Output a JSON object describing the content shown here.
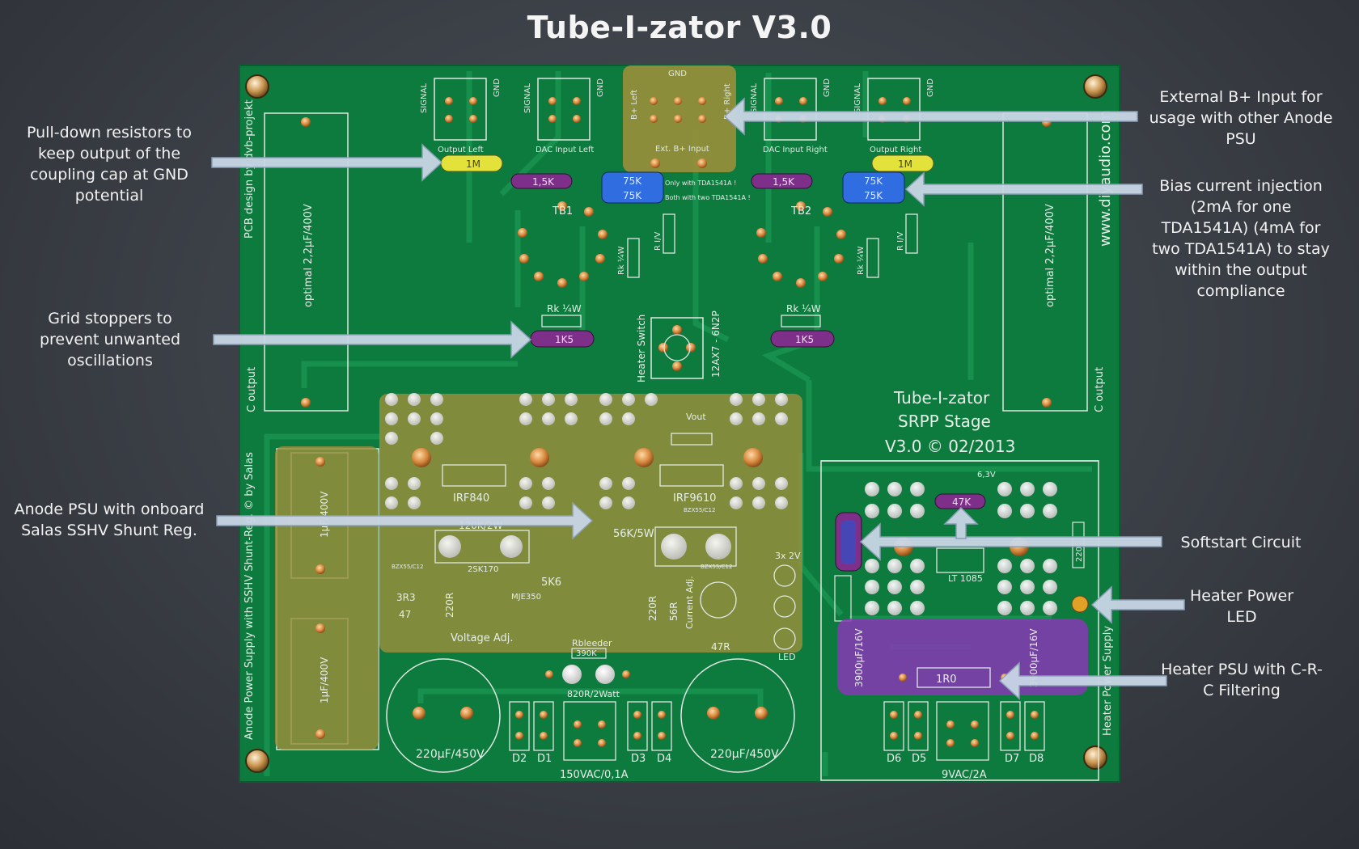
{
  "title": "Tube-I-zator V3.0",
  "annotations_left": [
    {
      "text": "Pull-down resistors to keep output of the coupling cap at GND potential"
    },
    {
      "text": "Grid stoppers to prevent unwanted oscillations"
    },
    {
      "text": "Anode PSU with onboard Salas SSHV Shunt Reg."
    }
  ],
  "annotations_right": [
    {
      "text": "External B+ Input for usage with other Anode PSU"
    },
    {
      "text": "Bias current injection (2mA for one TDA1541A) (4mA for two TDA1541A) to stay within the output compliance"
    },
    {
      "text": "Softstart Circuit"
    },
    {
      "text": "Heater Power LED"
    },
    {
      "text": "Heater PSU with C-R-C Filtering"
    }
  ],
  "board": {
    "center_text": [
      "Tube-I-zator",
      "SRPP Stage",
      "V3.0 © 02/2013"
    ],
    "side_left": "PCB design by dvb-projekt",
    "side_right": "www.diyaudio.com",
    "anode_psu_label": "Anode Power Supply with SSHV Shunt-Reg. © by Salas",
    "heater_psu_label": "Heater Power Supply",
    "cap_optimal": "optimal 2,2µF/400V",
    "c_output": "C output",
    "signal": "SIGNAL",
    "gnd": "GND",
    "output_left": "Output Left",
    "output_right": "Output Right",
    "dac_input_left": "DAC Input Left",
    "dac_input_right": "DAC Input Right",
    "ext_bplus": "Ext. B+ Input",
    "bplus_left": "B+ Left",
    "bplus_right": "B+ Right",
    "r_1m": "1M",
    "r_1k5": "1,5K",
    "r_75k": "75K",
    "r_1k5_grid": "1K5",
    "only_tda": "Only with TDA1541A !",
    "both_tda": "Both with two TDA1541A !",
    "tb1": "TB1",
    "tb2": "TB2",
    "rk": "Rk ¼W",
    "r_iv": "R I/V",
    "heater_switch": "Heater Switch",
    "tube_type": "12AX7 - 6N2P",
    "vout": "Vout",
    "irf840": "IRF840",
    "irf9610": "IRF9610",
    "r_120k": "120K/2W",
    "r_56k": "56K/5W",
    "bc": "BZX55/C12",
    "dn": "2SK170",
    "mje": "MJE350",
    "r_3r3": "3R3",
    "r_47": "47",
    "r_220r": "220R",
    "r_5k6": "5K6",
    "r_56r": "56R",
    "r_47r": "47R",
    "voltage_adj": "Voltage Adj.",
    "current_adj": "Current Adj.",
    "r_220r_b": "220R",
    "rbleeder": "Rbleeder",
    "r_390k": "390K",
    "r_820r": "820R/2Watt",
    "cap_220": "220µF/450V",
    "cap_1uf": "1µF/400V",
    "d1": "D1",
    "d2": "D2",
    "d3": "D3",
    "d4": "D4",
    "d5": "D5",
    "d6": "D6",
    "d7": "D7",
    "d8": "D8",
    "trafo_anode": "150VAC/0,1A",
    "trafo_heater": "9VAC/2A",
    "led_2v": "3x 2V",
    "led": "LED",
    "v63": "6,3V",
    "r_47k": "47K",
    "lt1085": "LT 1085",
    "r_1r0": "1R0",
    "cap_3900": "3900µF/16V",
    "cap_3900b": "3900µF/16V",
    "r_220": "220"
  },
  "colors": {
    "board": "#0d7a3e",
    "overlay_yellow": "#9a8f3a",
    "overlay_purple": "#8a36b8",
    "resistor_yellow": "#e2e23a",
    "resistor_purple": "#7e2f8a",
    "resistor_blue": "#2f6de0",
    "arrow": "#c9d6e6"
  }
}
